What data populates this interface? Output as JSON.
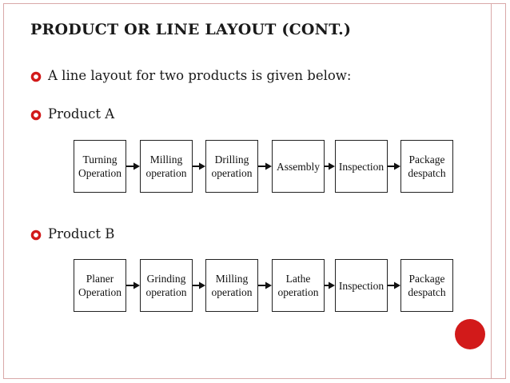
{
  "slide": {
    "title": "PRODUCT OR LINE LAYOUT (CONT.)",
    "bullets": [
      {
        "text": "A line layout for two products is given below:"
      },
      {
        "text": "Product A"
      },
      {
        "text": "Product B"
      }
    ]
  },
  "flows": [
    {
      "name": "Product A",
      "steps": [
        "Turning\nOperation",
        "Milling\noperation",
        "Drilling\noperation",
        "Assembly",
        "Inspection",
        "Package\ndespatch"
      ]
    },
    {
      "name": "Product B",
      "steps": [
        "Planer\nOperation",
        "Grinding\noperation",
        "Milling\noperation",
        "Lathe\noperation",
        "Inspection",
        "Package\ndespatch"
      ]
    }
  ],
  "colors": {
    "frame": "#d9a9a9",
    "accent": "#d21a1a",
    "text": "#1a1a1a"
  }
}
